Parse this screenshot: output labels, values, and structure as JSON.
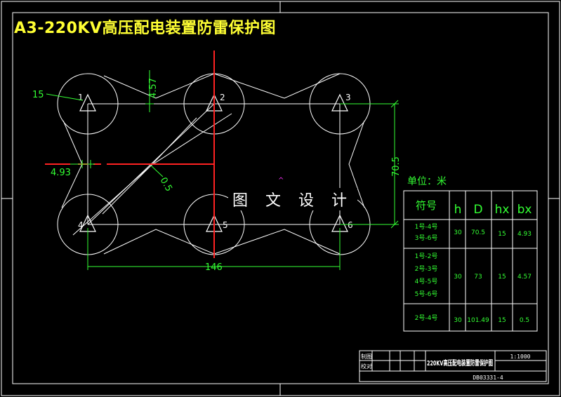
{
  "title": "A3-220KV高压配电装置防雷保护图",
  "watermark": "图 文 设 计",
  "dimensions": {
    "r_label": "15",
    "top_label": "4.57",
    "left_label": "4.93",
    "diag_label": "0.5",
    "right_label": "70.5",
    "bottom_label": "146"
  },
  "unit_label": "单位：米",
  "table": {
    "headers": [
      "符号",
      "h",
      "D",
      "hx",
      "bx"
    ],
    "rows": [
      {
        "sym": [
          "1号-4号",
          "3号-6号"
        ],
        "h": "30",
        "D": "70.5",
        "hx": "15",
        "bx": "4.93"
      },
      {
        "sym": [
          "1号-2号",
          "2号-3号",
          "4号-5号",
          "5号-6号"
        ],
        "h": "30",
        "D": "73",
        "hx": "15",
        "bx": "4.57"
      },
      {
        "sym": [
          "2号-4号"
        ],
        "h": "30",
        "D": "101.49",
        "hx": "15",
        "bx": "0.5"
      }
    ]
  },
  "mast_labels": [
    "1",
    "2",
    "3",
    "4",
    "5",
    "6"
  ],
  "title_block": {
    "row1_label": "制图",
    "row2_label": "校对",
    "name": "220KV高压配电装置防雷保护图",
    "scale": "1:1000",
    "drawing_no": "DB03331-4"
  },
  "colors": {
    "background": "#000000",
    "lines": "#ffffff",
    "dimension": "#33ff33",
    "axis": "#ff2222",
    "title": "#ffff33",
    "marker": "#ff33ff"
  }
}
